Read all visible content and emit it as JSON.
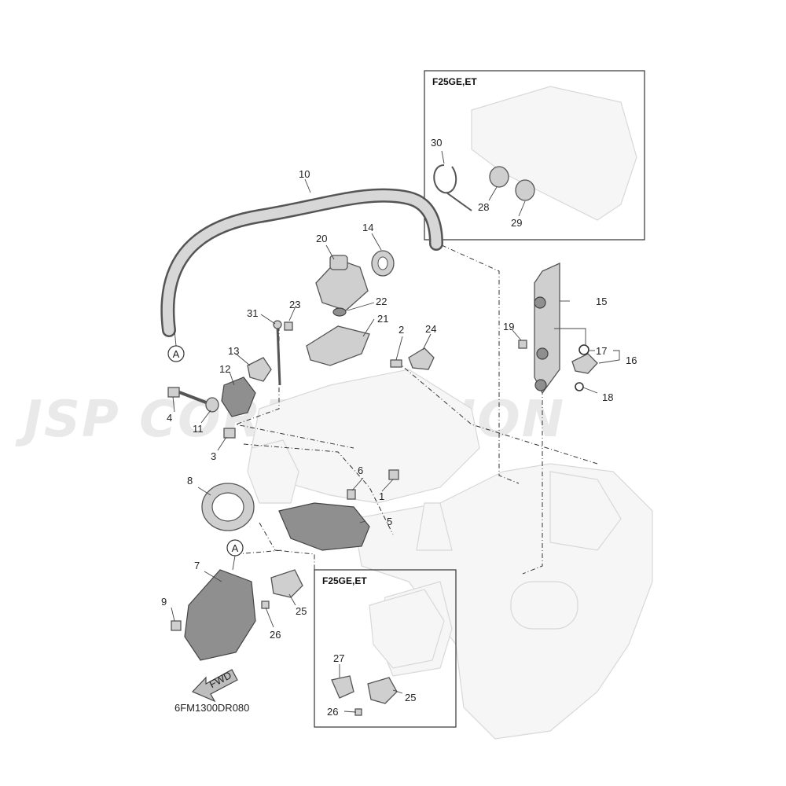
{
  "watermark": "JSP CORPORATION",
  "diagram_code": "6FM1300DR080",
  "fwd_label": "FWD",
  "insets": {
    "top_title": "F25GE,ET",
    "bottom_title": "F25GE,ET"
  },
  "reference_marks": {
    "hose_end": "A",
    "bracket": "A"
  },
  "part_numbers": {
    "p1": "1",
    "p2": "2",
    "p3": "3",
    "p4": "4",
    "p5": "5",
    "p6": "6",
    "p7": "7",
    "p8": "8",
    "p9": "9",
    "p10": "10",
    "p11": "11",
    "p12": "12",
    "p13": "13",
    "p14": "14",
    "p15": "15",
    "p16": "16",
    "p17": "17",
    "p18": "18",
    "p19": "19",
    "p20": "20",
    "p21": "21",
    "p22": "22",
    "p23": "23",
    "p24": "24",
    "p25": "25",
    "p25b": "25",
    "p26": "26",
    "p26b": "26",
    "p27": "27",
    "p28": "28",
    "p29": "29",
    "p30": "30",
    "p31": "31"
  },
  "icons": [
    "fwd-arrow-icon",
    "reference-circle-icon"
  ]
}
